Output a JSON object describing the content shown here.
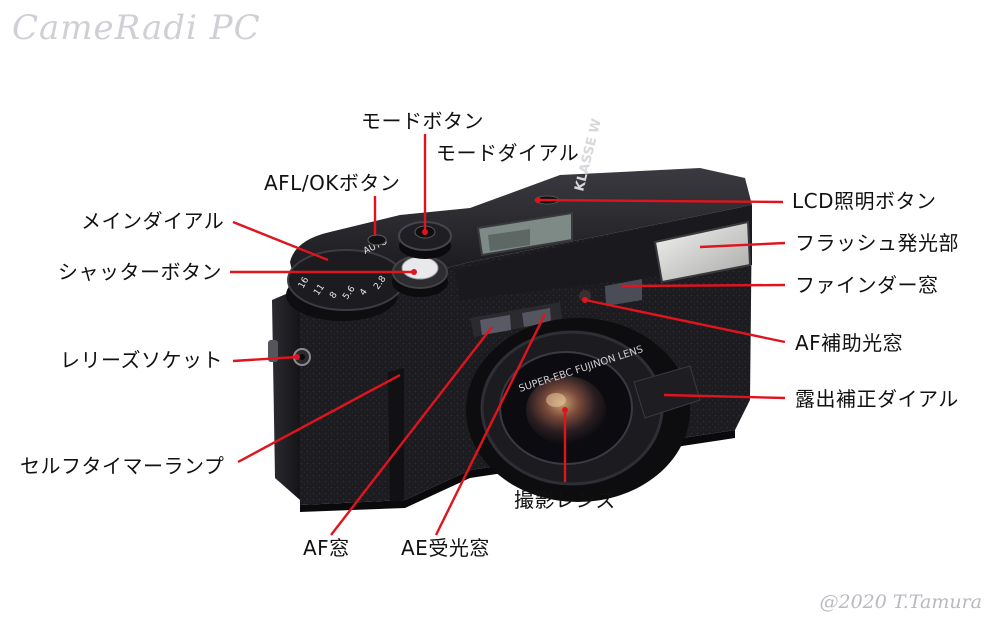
{
  "watermark": {
    "title": "CameRadi PC",
    "credit": "@2020 T.Tamura"
  },
  "camera": {
    "brand": "KLASSE W",
    "lens_ring": "SUPER-EBC FUJINON LENS",
    "aperture_dial": [
      "16",
      "11",
      "8",
      "5.6",
      "4",
      "2.8"
    ],
    "mode": "AUTO"
  },
  "colors": {
    "leader_line": "#e0141e",
    "label_text": "#111111",
    "body": "#16161a"
  },
  "labels": {
    "mode_button": "モードボタン",
    "mode_dial": "モードダイアル",
    "afl_ok_button": "AFL/OKボタン",
    "main_dial": "メインダイアル",
    "shutter_button": "シャッターボタン",
    "release_socket": "レリーズソケット",
    "self_timer_lamp": "セルフタイマーランプ",
    "af_window": "AF窓",
    "ae_window": "AE受光窓",
    "taking_lens": "撮影レンズ",
    "lcd_light_button": "LCD照明ボタン",
    "flash": "フラッシュ発光部",
    "finder_window": "ファインダー窓",
    "af_assist_window": "AF補助光窓",
    "exposure_comp_dial": "露出補正ダイアル"
  }
}
